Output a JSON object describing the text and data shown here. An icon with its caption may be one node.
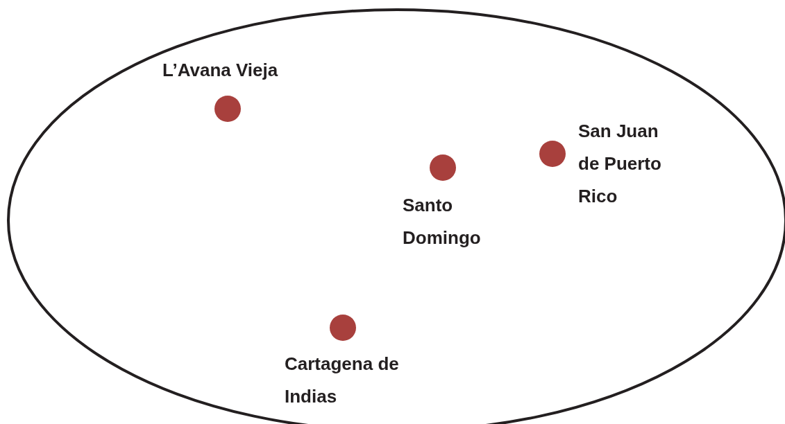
{
  "diagram": {
    "labels": [
      "L’Avana Vieja",
      "San Juan de Puerto Rico",
      "Santo Domingo",
      "Cartagena de Indias"
    ]
  }
}
